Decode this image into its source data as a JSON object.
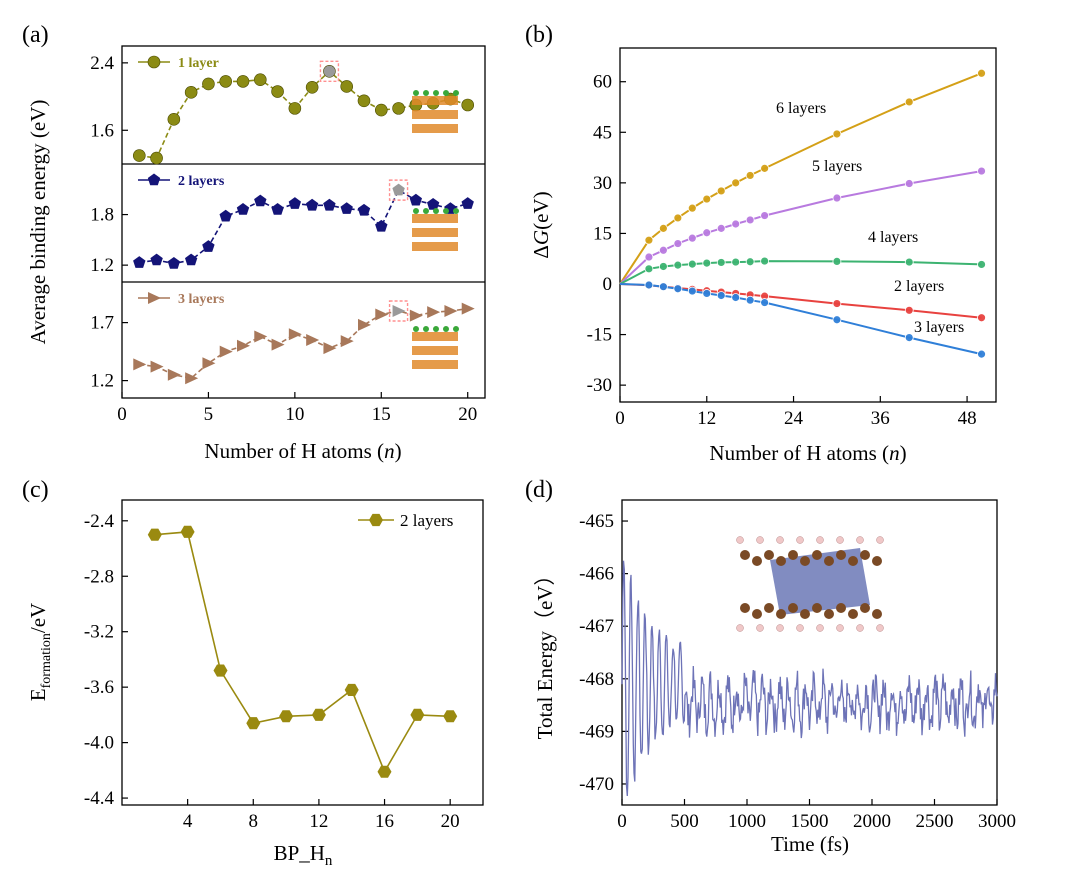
{
  "chart_data": [
    {
      "panel": "(a)",
      "type": "line",
      "xlabel": "Number of H atoms (",
      "xlabel_italic": "n",
      "xlabel_end": ")",
      "ylabel": "Average binding energy (eV)",
      "xlim": [
        0,
        21
      ],
      "xticks": [
        0,
        5,
        10,
        15,
        20
      ],
      "subplots": [
        {
          "name": "1 layer",
          "color": "#8b8b14",
          "marker": "circle",
          "ylim": [
            1.2,
            2.6
          ],
          "yticks": [
            1.6,
            2.4
          ],
          "x": [
            1,
            2,
            3,
            4,
            5,
            6,
            7,
            8,
            9,
            10,
            11,
            12,
            13,
            14,
            15,
            16,
            17,
            18,
            19,
            20
          ],
          "y": [
            1.3,
            1.27,
            1.73,
            2.05,
            2.15,
            2.18,
            2.18,
            2.2,
            2.06,
            1.86,
            2.11,
            2.3,
            2.12,
            1.95,
            1.84,
            1.86,
            1.9,
            1.92,
            1.97,
            1.9
          ],
          "highlight_x": 12
        },
        {
          "name": "2 layers",
          "color": "#141478",
          "marker": "pentagon",
          "ylim": [
            1.0,
            2.4
          ],
          "yticks": [
            1.2,
            1.8
          ],
          "x": [
            1,
            2,
            3,
            4,
            5,
            6,
            7,
            8,
            9,
            10,
            11,
            12,
            13,
            14,
            15,
            16,
            17,
            18,
            19,
            20
          ],
          "y": [
            1.23,
            1.26,
            1.22,
            1.26,
            1.42,
            1.78,
            1.86,
            1.96,
            1.86,
            1.93,
            1.91,
            1.91,
            1.87,
            1.85,
            1.66,
            2.09,
            1.97,
            1.92,
            1.87,
            1.93
          ],
          "highlight_x": 16
        },
        {
          "name": "3 layers",
          "color": "#a8785a",
          "marker": "triangle-right",
          "ylim": [
            1.05,
            2.05
          ],
          "yticks": [
            1.2,
            1.7
          ],
          "x": [
            1,
            2,
            3,
            4,
            5,
            6,
            7,
            8,
            9,
            10,
            11,
            12,
            13,
            14,
            15,
            16,
            17,
            18,
            19,
            20
          ],
          "y": [
            1.34,
            1.32,
            1.25,
            1.22,
            1.35,
            1.45,
            1.5,
            1.58,
            1.51,
            1.6,
            1.55,
            1.48,
            1.54,
            1.68,
            1.77,
            1.8,
            1.76,
            1.79,
            1.8,
            1.82
          ],
          "highlight_x": 16
        }
      ]
    },
    {
      "panel": "(b)",
      "type": "line",
      "xlabel": "Number of H atoms (",
      "xlabel_italic": "n",
      "xlabel_end": ")",
      "ylabel": "G (eV)",
      "ylabel_prefix": "Δ",
      "ylabel_italic": "G",
      "ylabel_rest": "(eV)",
      "xlim": [
        0,
        52
      ],
      "ylim": [
        -35,
        70
      ],
      "xticks": [
        0,
        12,
        24,
        36,
        48
      ],
      "yticks": [
        -30,
        -15,
        0,
        15,
        30,
        45,
        60
      ],
      "series": [
        {
          "name": "6 layers",
          "color": "#d4a017",
          "x": [
            0,
            4,
            6,
            8,
            10,
            12,
            14,
            16,
            18,
            20,
            30,
            40,
            50
          ],
          "y": [
            0,
            13,
            16.5,
            19.6,
            22.5,
            25.2,
            27.6,
            30,
            32.2,
            34.3,
            44.5,
            54,
            62.5
          ]
        },
        {
          "name": "5 layers",
          "color": "#b87adf",
          "x": [
            0,
            4,
            6,
            8,
            10,
            12,
            14,
            16,
            18,
            20,
            30,
            40,
            50
          ],
          "y": [
            0,
            8,
            10,
            12,
            13.6,
            15.2,
            16.5,
            17.8,
            19,
            20.3,
            25.5,
            29.8,
            33.5
          ]
        },
        {
          "name": "4 layers",
          "color": "#3cb371",
          "x": [
            0,
            4,
            6,
            8,
            10,
            12,
            14,
            16,
            18,
            20,
            30,
            40,
            50
          ],
          "y": [
            0,
            4.5,
            5.2,
            5.6,
            5.9,
            6.2,
            6.4,
            6.5,
            6.6,
            6.8,
            6.7,
            6.5,
            5.8
          ]
        },
        {
          "name": "2 layers",
          "color": "#e8423f",
          "x": [
            0,
            4,
            6,
            8,
            10,
            12,
            14,
            16,
            18,
            20,
            30,
            40,
            50
          ],
          "y": [
            0,
            -0.4,
            -0.8,
            -1.2,
            -1.6,
            -2,
            -2.4,
            -2.8,
            -3.2,
            -3.6,
            -5.8,
            -7.8,
            -10
          ]
        },
        {
          "name": "3 layers",
          "color": "#2f7fd8",
          "x": [
            0,
            4,
            6,
            8,
            10,
            12,
            14,
            16,
            18,
            20,
            30,
            40,
            50
          ],
          "y": [
            0,
            -0.3,
            -0.8,
            -1.4,
            -2.1,
            -2.8,
            -3.4,
            -4,
            -4.8,
            -5.5,
            -10.6,
            -15.9,
            -20.8
          ]
        }
      ]
    },
    {
      "panel": "(c)",
      "type": "line",
      "xlabel": "BP_H",
      "xlabel_sub": "n",
      "ylabel": "E",
      "ylabel_sub": "formation",
      "ylabel_rest": "/eV",
      "xlim": [
        0,
        22
      ],
      "ylim": [
        -4.45,
        -2.25
      ],
      "xticks": [
        4,
        8,
        12,
        16,
        20
      ],
      "yticks": [
        -2.4,
        -2.8,
        -3.2,
        -3.6,
        -4.0,
        -4.4
      ],
      "series": [
        {
          "name": "2 layers",
          "color": "#9a8a10",
          "x": [
            2,
            4,
            6,
            8,
            10,
            12,
            14,
            16,
            18,
            20
          ],
          "y": [
            -2.5,
            -2.48,
            -3.48,
            -3.86,
            -3.81,
            -3.8,
            -3.62,
            -4.21,
            -3.8,
            -3.81
          ]
        }
      ]
    },
    {
      "panel": "(d)",
      "type": "line",
      "xlabel": "Time (fs)",
      "ylabel": "Total Energy（eV）",
      "xlim": [
        0,
        3000
      ],
      "ylim": [
        -470.4,
        -464.6
      ],
      "xticks": [
        0,
        500,
        1000,
        1500,
        2000,
        2500,
        3000
      ],
      "yticks": [
        -465,
        -466,
        -467,
        -468,
        -469,
        -470
      ],
      "series": [
        {
          "name": "",
          "color": "#6d73b7"
        }
      ]
    }
  ]
}
